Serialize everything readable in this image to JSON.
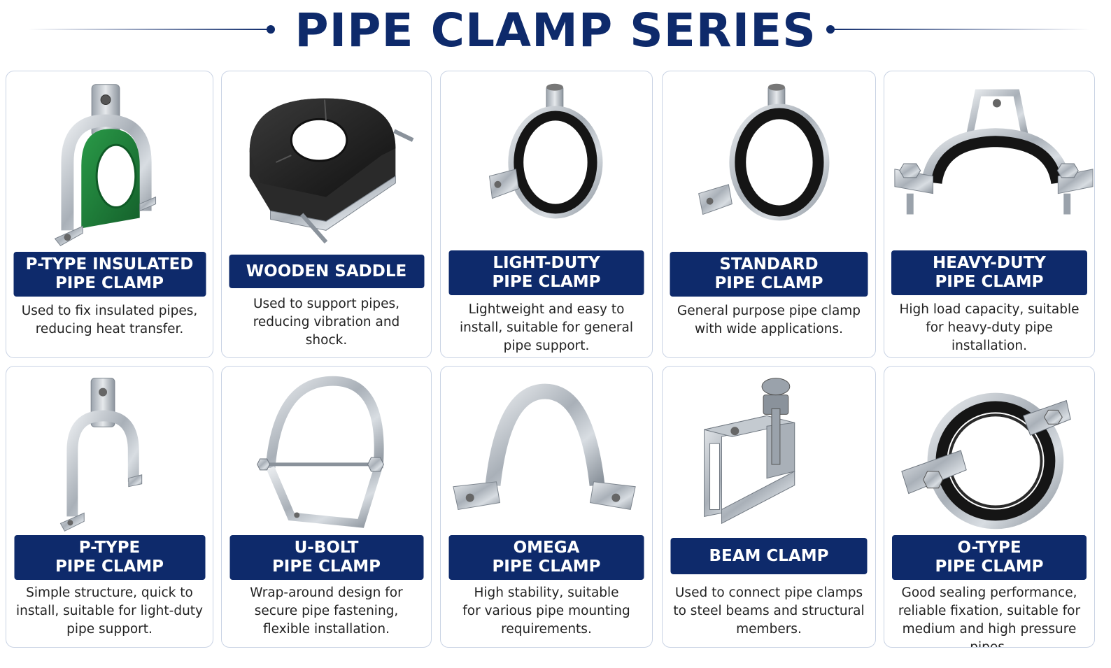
{
  "title": "PIPE CLAMP SERIES",
  "colors": {
    "navy": "#0e2a6b",
    "border": "#c9d3e4",
    "steel": "#b9bfc6",
    "rubber": "#1e1e1e",
    "green": "#1e7d3a"
  },
  "cards": [
    {
      "line1": "P-TYPE INSULATED",
      "line2": "PIPE CLAMP",
      "desc": [
        "Used to fix insulated pipes,",
        "reducing heat transfer."
      ],
      "icon": "p-type-insulated-clamp-icon"
    },
    {
      "line1": "WOODEN SADDLE",
      "line2": "",
      "desc": [
        "Used to support pipes,",
        "reducing vibration and",
        "shock."
      ],
      "icon": "wooden-saddle-icon"
    },
    {
      "line1": "LIGHT-DUTY",
      "line2": "PIPE CLAMP",
      "desc": [
        "Lightweight and easy to",
        "install, suitable for general",
        "pipe support."
      ],
      "icon": "light-duty-clamp-icon"
    },
    {
      "line1": "STANDARD",
      "line2": "PIPE CLAMP",
      "desc": [
        "General purpose pipe clamp",
        "with wide applications."
      ],
      "icon": "standard-clamp-icon"
    },
    {
      "line1": "HEAVY-DUTY",
      "line2": "PIPE CLAMP",
      "desc": [
        "High load capacity, suitable",
        "for heavy-duty pipe",
        "installation."
      ],
      "icon": "heavy-duty-clamp-icon"
    },
    {
      "line1": "P-TYPE",
      "line2": "PIPE CLAMP",
      "desc": [
        "Simple structure, quick to",
        "install, suitable for light-duty",
        "pipe support."
      ],
      "icon": "p-type-clamp-icon"
    },
    {
      "line1": "U-BOLT",
      "line2": "PIPE CLAMP",
      "desc": [
        "Wrap-around design for",
        "secure pipe fastening,",
        "flexible installation."
      ],
      "icon": "u-bolt-clamp-icon"
    },
    {
      "line1": "OMEGA",
      "line2": "PIPE CLAMP",
      "desc": [
        "High stability, suitable",
        "for various pipe mounting",
        "requirements."
      ],
      "icon": "omega-clamp-icon"
    },
    {
      "line1": "BEAM CLAMP",
      "line2": "",
      "desc": [
        "Used to connect pipe clamps",
        "to steel beams and structural",
        "members."
      ],
      "icon": "beam-clamp-icon"
    },
    {
      "line1": "O-TYPE",
      "line2": "PIPE CLAMP",
      "desc": [
        "Good sealing performance,",
        "reliable fixation, suitable for",
        "medium and high pressure pipes."
      ],
      "icon": "o-type-clamp-icon"
    }
  ]
}
